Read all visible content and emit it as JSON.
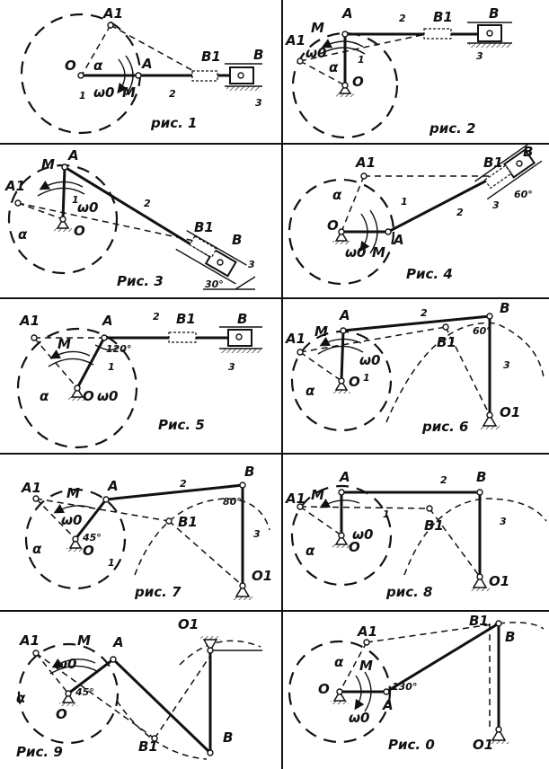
{
  "sheet": {
    "panels": [
      {
        "caption": "рис. 1",
        "labels": [
          "A1",
          "O",
          "A",
          "B1",
          "B",
          "α",
          "ω0",
          "M",
          "1",
          "2",
          "3"
        ]
      },
      {
        "caption": "рис. 2",
        "labels": [
          "A",
          "B1",
          "B",
          "A1",
          "M",
          "ω0",
          "α",
          "O",
          "1",
          "2",
          "3"
        ]
      },
      {
        "caption": "Рис. 3",
        "labels": [
          "A",
          "M",
          "A1",
          "ω0",
          "α",
          "O",
          "B1",
          "B",
          "1",
          "2",
          "3",
          "30°"
        ]
      },
      {
        "caption": "Рис. 4",
        "labels": [
          "A1",
          "B1",
          "B",
          "α",
          "O",
          "A",
          "ω0",
          "M",
          "1",
          "2",
          "3",
          "60°"
        ]
      },
      {
        "caption": "Рис. 5",
        "labels": [
          "A1",
          "A",
          "B1",
          "B",
          "M",
          "α",
          "O",
          "ω0",
          "1",
          "2",
          "3",
          "120°"
        ]
      },
      {
        "caption": "рис. 6",
        "labels": [
          "A",
          "B",
          "A1",
          "M",
          "ω0",
          "B1",
          "α",
          "O",
          "O1",
          "1",
          "2",
          "3",
          "60°"
        ]
      },
      {
        "caption": "рис. 7",
        "labels": [
          "A1",
          "M",
          "A",
          "B",
          "ω0",
          "B1",
          "α",
          "O",
          "O1",
          "1",
          "2",
          "3",
          "45°",
          "80°"
        ]
      },
      {
        "caption": "рис. 8",
        "labels": [
          "A",
          "B",
          "A1",
          "M",
          "ω0",
          "B1",
          "α",
          "O",
          "O1",
          "1",
          "2",
          "3"
        ]
      },
      {
        "caption": "Рис. 9",
        "labels": [
          "A1",
          "M",
          "A",
          "O1",
          "ω0",
          "α",
          "O",
          "B1",
          "B",
          "45°"
        ]
      },
      {
        "caption": "Рис. 0",
        "labels": [
          "B1",
          "B",
          "A1",
          "α",
          "M",
          "O",
          "A",
          "ω0",
          "O1",
          "130°"
        ]
      }
    ]
  }
}
